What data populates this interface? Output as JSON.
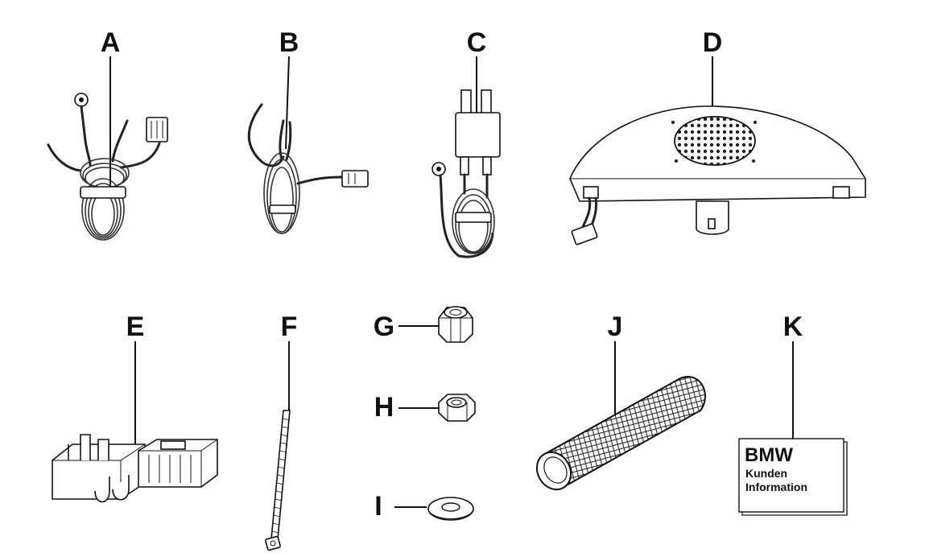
{
  "parts": [
    {
      "id": "A",
      "label": "A",
      "icon": "ground-wire-harness-icon"
    },
    {
      "id": "B",
      "label": "B",
      "icon": "connector-cable-icon"
    },
    {
      "id": "C",
      "label": "C",
      "icon": "relay-adapter-icon"
    },
    {
      "id": "D",
      "label": "D",
      "icon": "speaker-housing-icon"
    },
    {
      "id": "E",
      "label": "E",
      "icon": "connector-housing-icon"
    },
    {
      "id": "F",
      "label": "F",
      "icon": "cable-tie-icon"
    },
    {
      "id": "G",
      "label": "G",
      "icon": "lock-nut-icon"
    },
    {
      "id": "H",
      "label": "H",
      "icon": "hex-nut-icon"
    },
    {
      "id": "I",
      "label": "I",
      "icon": "washer-icon"
    },
    {
      "id": "J",
      "label": "J",
      "icon": "fabric-sleeve-icon"
    },
    {
      "id": "K",
      "label": "K",
      "icon": "booklet-icon"
    }
  ],
  "booklet": {
    "brand": "BMW",
    "line1": "Kunden",
    "line2": "Information"
  }
}
